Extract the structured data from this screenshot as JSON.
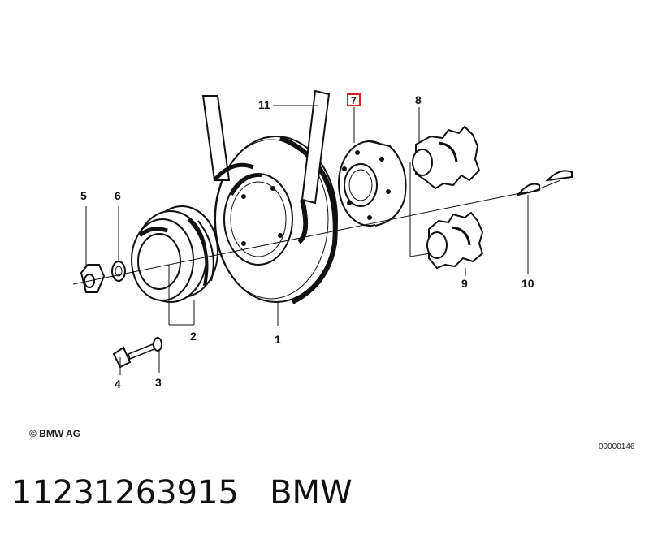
{
  "diagram": {
    "callouts": {
      "c1": "1",
      "c2": "2",
      "c3": "3",
      "c4": "4",
      "c5": "5",
      "c6": "6",
      "c7": "7",
      "c8": "8",
      "c9": "9",
      "c10": "10",
      "c11": "11"
    },
    "highlighted_part": "7",
    "highlight_color": "#e01e1e",
    "copyright": "© BMW AG",
    "doc_id": "00000146"
  },
  "caption": {
    "part_number": "11231263915",
    "brand": "BMW"
  }
}
